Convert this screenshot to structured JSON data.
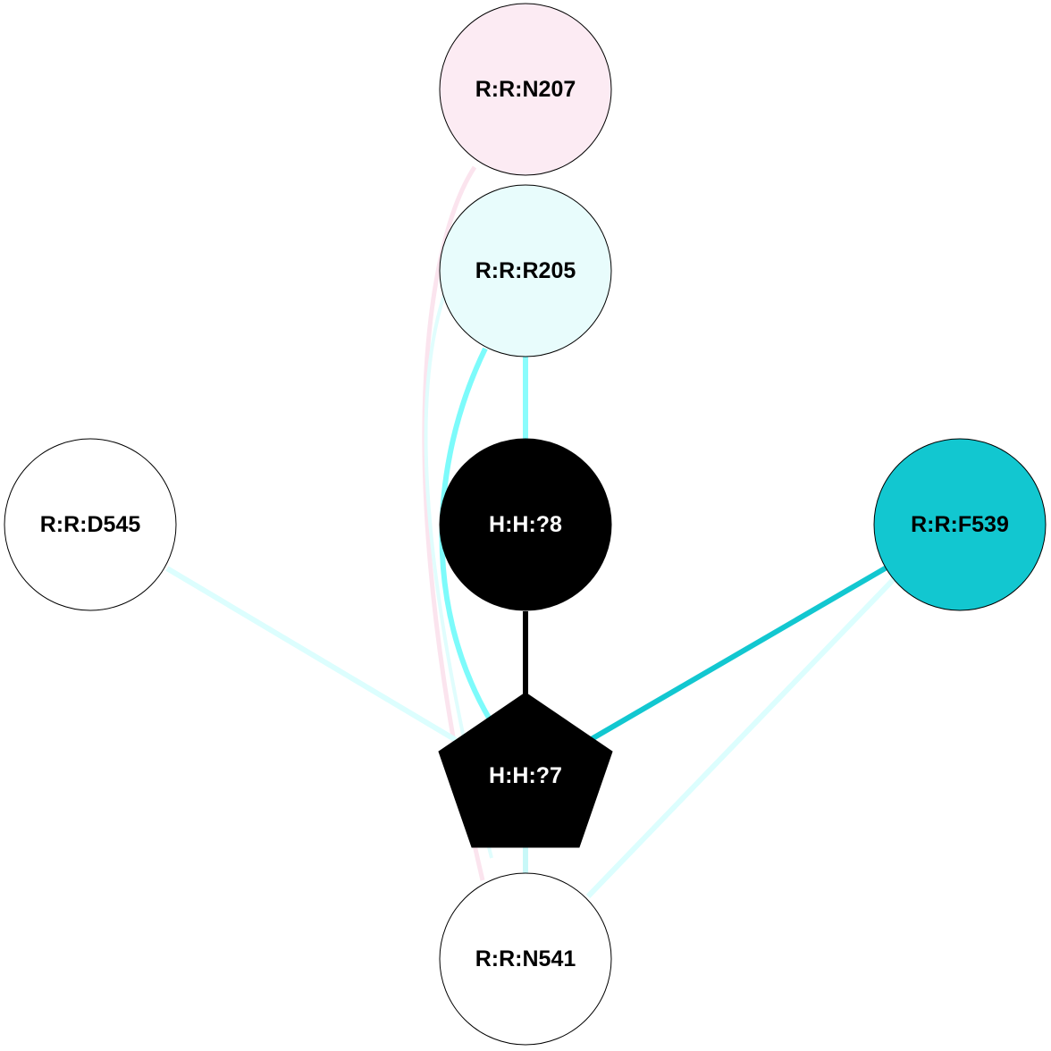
{
  "nodes": [
    {
      "id": "n207",
      "label": "R:R:N207",
      "fill": "#fcebf3",
      "text_color": "#000000",
      "shape": "circle"
    },
    {
      "id": "r205",
      "label": "R:R:R205",
      "fill": "#e8fcfc",
      "text_color": "#000000",
      "shape": "circle"
    },
    {
      "id": "d545",
      "label": "R:R:D545",
      "fill": "#ffffff",
      "text_color": "#000000",
      "shape": "circle"
    },
    {
      "id": "h8",
      "label": "H:H:?8",
      "fill": "#000000",
      "text_color": "#ffffff",
      "shape": "circle"
    },
    {
      "id": "f539",
      "label": "R:R:F539",
      "fill": "#12c7d0",
      "text_color": "#000000",
      "shape": "circle"
    },
    {
      "id": "h7",
      "label": "H:H:?7",
      "fill": "#000000",
      "text_color": "#ffffff",
      "shape": "pentagon"
    },
    {
      "id": "n541",
      "label": "R:R:N541",
      "fill": "#ffffff",
      "text_color": "#000000",
      "shape": "circle"
    }
  ],
  "edges": [
    {
      "from": "n207",
      "to": "n541",
      "color": "#fbe4ee",
      "curved": true
    },
    {
      "from": "r205",
      "to": "n541",
      "color": "#e0fdfd",
      "curved": true
    },
    {
      "from": "r205",
      "to": "h7",
      "color": "#7dfbfb",
      "curved": true
    },
    {
      "from": "r205",
      "to": "h8",
      "color": "#8afcfc",
      "curved": false
    },
    {
      "from": "h8",
      "to": "h7",
      "color": "#000000",
      "curved": false
    },
    {
      "from": "d545",
      "to": "h7",
      "color": "#dcfefe",
      "curved": false
    },
    {
      "from": "f539",
      "to": "h7",
      "color": "#12c7d0",
      "curved": false
    },
    {
      "from": "f539",
      "to": "n541",
      "color": "#dcfefe",
      "curved": false
    },
    {
      "from": "h7",
      "to": "n541",
      "color": "#c8f8f8",
      "curved": false
    }
  ]
}
